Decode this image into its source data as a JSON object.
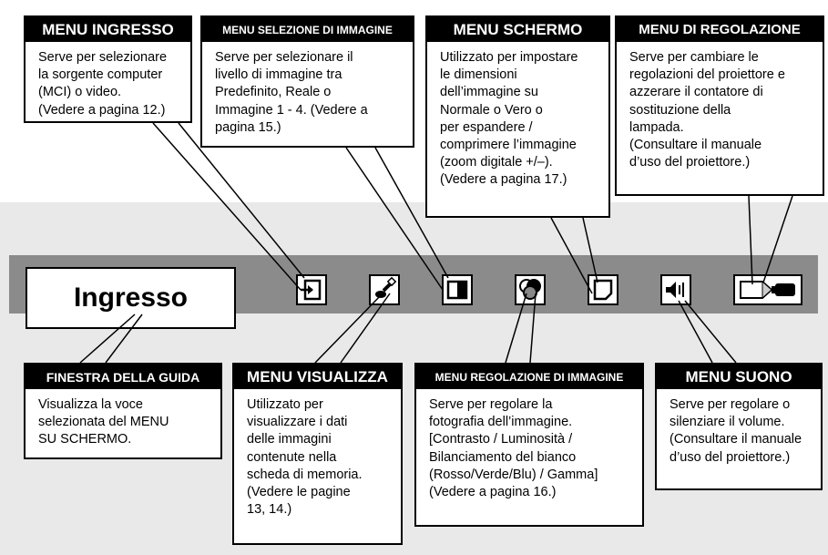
{
  "guide_window": {
    "text": "Ingresso"
  },
  "callouts": {
    "menu_ingresso": {
      "title": "MENU INGRESSO",
      "text": "Serve per selezionare\nla sorgente computer\n(MCI) o video.\n(Vedere a pagina 12.)"
    },
    "menu_selezione_immagine": {
      "title": "MENU SELEZIONE DI IMMAGINE",
      "text": "Serve per selezionare il\nlivello di immagine tra\nPredefinito, Reale o\nImmagine 1 - 4. (Vedere a\npagina 15.)"
    },
    "menu_schermo": {
      "title": "MENU SCHERMO",
      "text": "Utilizzato per impostare\nle dimensioni\ndell’immagine su\nNormale o Vero o\nper espandere /\ncomprimere l’immagine\n(zoom digitale +/–).\n(Vedere a pagina 17.)"
    },
    "menu_regolazione": {
      "title": "MENU DI REGOLAZIONE",
      "text": "Serve per cambiare le\nregolazioni del proiettore e\nazzerare il contatore di\nsostituzione della\nlampada.\n(Consultare il manuale\nd’uso del proiettore.)"
    },
    "finestra_guida": {
      "title": "FINESTRA DELLA GUIDA",
      "text": "Visualizza la voce\nselezionata del MENU\nSU SCHERMO."
    },
    "menu_visualizza": {
      "title": "MENU VISUALIZZA",
      "text": "Utilizzato per\nvisualizzare i dati\ndelle immagini\ncontenute nella\nscheda di memoria.\n(Vedere le pagine\n13, 14.)"
    },
    "menu_regolazione_immagine": {
      "title": "MENU REGOLAZIONE DI IMMAGINE",
      "text": "Serve per regolare la\nfotografia dell’immagine.\n[Contrasto / Luminosità /\nBilanciamento del bianco\n(Rosso/Verde/Blu) / Gamma]\n(Vedere a pagina 16.)"
    },
    "menu_suono": {
      "title": "MENU SUONO",
      "text": "Serve per regolare o\nsilenziare il volume.\n(Consultare il manuale\nd’uso del proiettore.)"
    }
  },
  "icons": [
    "input-icon",
    "image-select-icon",
    "screen-icon",
    "image-adjust-icon",
    "pc-view-icon",
    "sound-icon",
    "setting-icon"
  ]
}
